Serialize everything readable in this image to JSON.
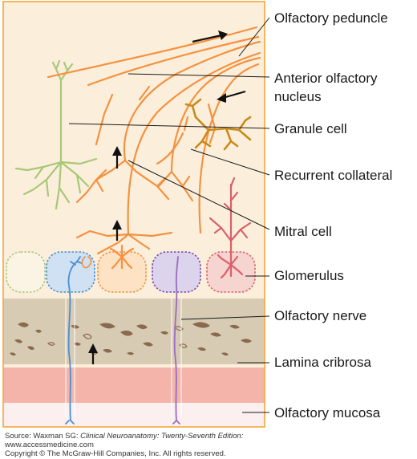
{
  "labels": {
    "olfactory_peduncle": "Olfactory peduncle",
    "anterior_olfactory_line1": "Anterior olfactory",
    "anterior_olfactory_line2": "nucleus",
    "granule_cell": "Granule cell",
    "recurrent_collateral": "Recurrent collateral",
    "mitral_cell": "Mitral cell",
    "glomerulus": "Glomerulus",
    "olfactory_nerve": "Olfactory  nerve",
    "lamina_cribrosa": "Lamina cribrosa",
    "olfactory_mucosa": "Olfactory mucosa"
  },
  "credit": {
    "source_prefix": "Source: Waxman SG: ",
    "source_title": "Clinical Neuroanatomy: Twenty-Seventh Edition:",
    "url": "www.accessmedicine.com",
    "copyright": "Copyright © The McGraw-Hill Companies, Inc. All rights reserved."
  },
  "colors": {
    "panel_bg": "#fbefdc",
    "panel_border": "#f3a73a",
    "mitral_orange": "#f5913f",
    "granule_green": "#a8c878",
    "tufted_red": "#d9606a",
    "receptor_blue": "#4a8fd0",
    "receptor_purple": "#9a6cc0",
    "collateral_brown": "#c98a1a",
    "lamina_bg": "#d8cbb4",
    "bone_brown": "#8a6a4e",
    "mucosa_pink": "#f4b4aa"
  }
}
